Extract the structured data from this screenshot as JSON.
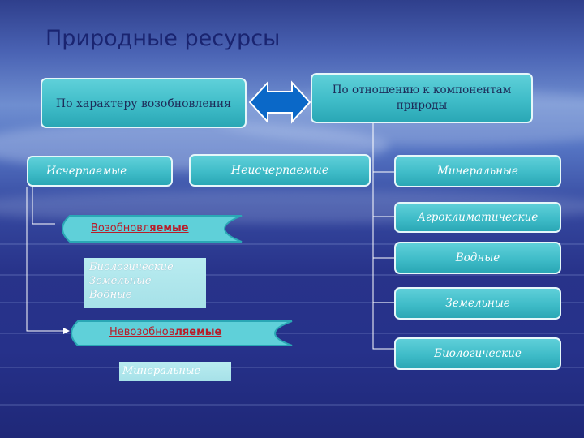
{
  "title": "Природные ресурсы",
  "categories": {
    "by_renewal": "По характеру возобновления",
    "by_relation": "По отношению к компонентам природы"
  },
  "renewal": {
    "exhaustible": "Исчерпаемые",
    "inexhaustible": "Неисчерпаемые",
    "renewable": {
      "prefix": "Возобновл",
      "suffix": "яемые"
    },
    "renewable_items": [
      "Биологические",
      "Земельные",
      "Водные"
    ],
    "nonrenewable": {
      "prefix": "Невозобнов",
      "suffix": "ляемые"
    },
    "nonrenewable_items": [
      "Минеральные"
    ]
  },
  "components": [
    "Минеральные",
    "Агроклиматические",
    "Водные",
    "Земельные",
    "Биологические"
  ],
  "colors": {
    "box_fill": "#3fbcc8",
    "box_border": "#e5f7fa",
    "label_red": "#b81d2a",
    "title": "#1a2470",
    "arrow_fill": "#0a68c8"
  },
  "icons": {
    "arrow": "double-headed-arrow-icon"
  }
}
